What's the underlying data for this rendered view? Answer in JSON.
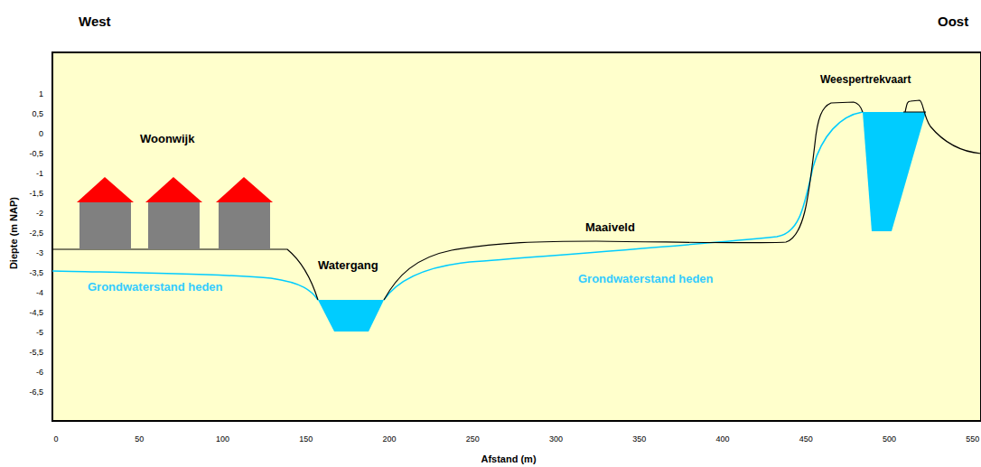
{
  "diagram": {
    "labels": [
      "West",
      "Oost",
      "Woonwijk",
      "Watergang",
      "Maaiveld",
      "Weespertrekvaart",
      "Grondwaterstand heden",
      "Grondwaterstand heden",
      "Diepte (m NAP)",
      "Afstand (m)",
      "1",
      "0,5",
      "0",
      "-0,5",
      "-1",
      "-1,5",
      "-2",
      "-2,5",
      "-3",
      "-3,5",
      "-4",
      "-4,5",
      "-5",
      "-5,5",
      "-6",
      "-6,5",
      "0",
      "50",
      "100",
      "150",
      "200",
      "250",
      "300",
      "350",
      "400",
      "450",
      "500",
      "550"
    ]
  }
}
